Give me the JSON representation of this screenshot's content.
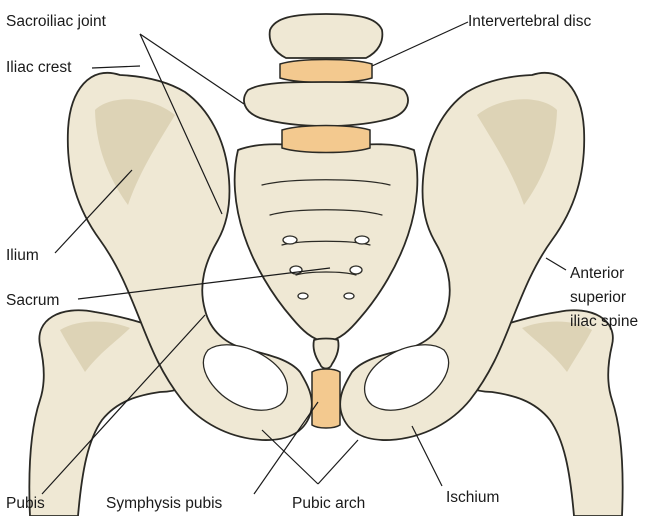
{
  "labels": {
    "sacroiliac_joint": "Sacroiliac joint",
    "iliac_crest": "Iliac crest",
    "intervertebral_disc": "Intervertebral disc",
    "ilium": "Ilium",
    "sacrum": "Sacrum",
    "anterior_superior_1": "Anterior",
    "anterior_superior_2": "superior",
    "anterior_superior_3": "iliac spine",
    "pubis": "Pubis",
    "symphysis_pubis": "Symphysis pubis",
    "pubic_arch": "Pubic arch",
    "ischium": "Ischium"
  },
  "colors": {
    "bone": "#efe8d4",
    "bone_shade": "#ddd3b6",
    "outline": "#2b2a25",
    "disc": "#f3c98f",
    "background": "#ffffff"
  }
}
